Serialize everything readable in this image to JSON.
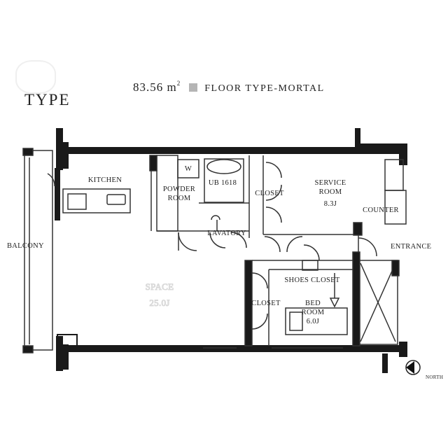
{
  "header": {
    "type_label": "TYPE",
    "area_value": "83.56 m",
    "area_sup": "2",
    "floor_type": "FLOOR TYPE-MORTAL"
  },
  "rooms": {
    "kitchen": "KITCHEN",
    "balcony": "BALCONY",
    "powder_room_1": "POWDER",
    "powder_room_2": "ROOM",
    "washer": "W",
    "ub": "UB 1618",
    "closet_upper": "CLOSET",
    "service_room_1": "SERVICE",
    "service_room_2": "ROOM",
    "service_room_3": "8.3J",
    "counter": "COUNTER",
    "lavatory": "LAVATORY",
    "entrance": "ENTRANCE",
    "space_1": "SPACE",
    "space_2": "25.0J",
    "shoes_closet": "SHOES CLOSET",
    "closet_lower": "CLOSET",
    "bed_room_1": "BED",
    "bed_room_2": "ROOM",
    "bed_room_3": "6.0J",
    "north": "NORTH"
  },
  "colors": {
    "wall": "#1a1a1a",
    "line": "#333333",
    "header_square": "#b5b5b5"
  }
}
